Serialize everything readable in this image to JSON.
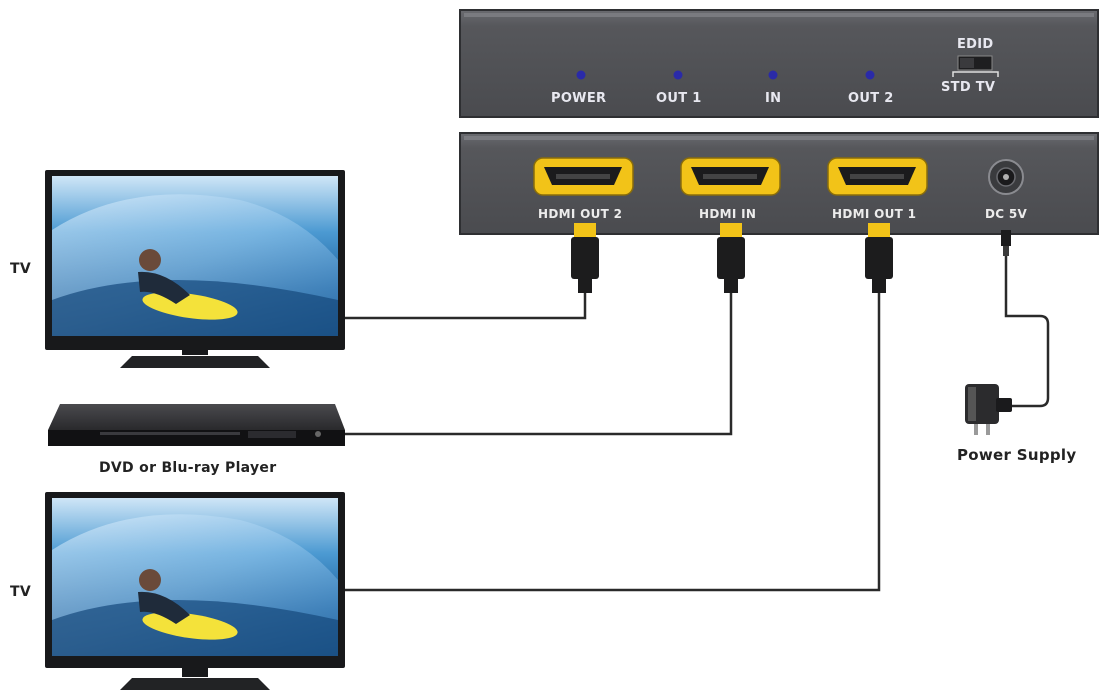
{
  "front_panel": {
    "leds": [
      {
        "label": "POWER",
        "color": "#2a2aa8"
      },
      {
        "label": "OUT 1",
        "color": "#2a2aa8"
      },
      {
        "label": "IN",
        "color": "#2a2aa8"
      },
      {
        "label": "OUT 2",
        "color": "#2a2aa8"
      }
    ],
    "edid_switch": {
      "title": "EDID",
      "label": "STD TV"
    }
  },
  "rear_panel": {
    "ports": [
      {
        "label": "HDMI OUT 2"
      },
      {
        "label": "HDMI IN"
      },
      {
        "label": "HDMI OUT 1"
      }
    ],
    "power_port": {
      "label": "DC 5V"
    }
  },
  "devices": {
    "tv_top": {
      "label": "TV"
    },
    "player": {
      "label": "DVD or Blu-ray Player"
    },
    "tv_bottom": {
      "label": "TV"
    },
    "power_supply": {
      "label": "Power Supply"
    }
  },
  "colors": {
    "panel": "#55565a",
    "panel_dark": "#3c3d40",
    "hdmi_gold": "#f2c318",
    "cable": "#2a2a2a",
    "led": "#2a2aa8"
  }
}
